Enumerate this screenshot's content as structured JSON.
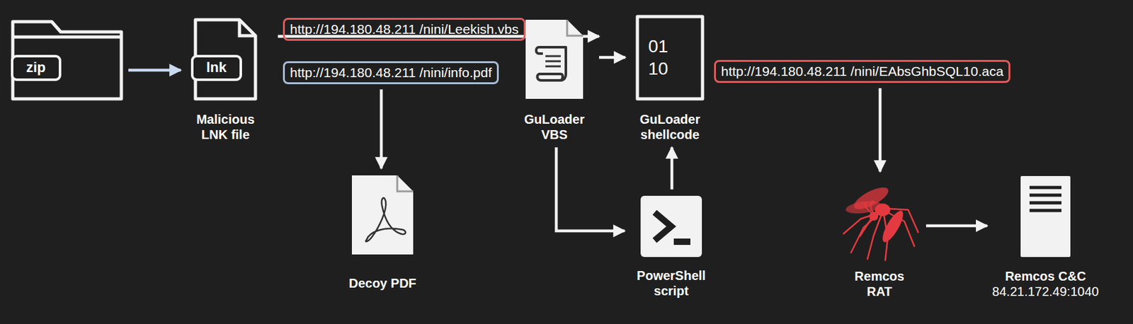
{
  "diagram": {
    "nodes": [
      {
        "text": [
          "zip"
        ]
      },
      {
        "text": [
          "lnk",
          "Malicious LNK file"
        ]
      },
      {
        "text": [
          "http://194.180.48.211 /nini/Leekish.vbs"
        ]
      },
      {
        "text": [
          "http://194.180.48.211 /nini/info.pdf"
        ]
      },
      {
        "text": [
          "GuLoader VBS"
        ]
      },
      {
        "text": [
          "01 10",
          "GuLoader shellcode"
        ]
      },
      {
        "text": [
          "http://194.180.48.211 /nini/EAbsGhbSQL10.aca"
        ]
      },
      {
        "text": [
          "Decoy PDF"
        ]
      },
      {
        "text": [
          "PowerShell script"
        ]
      },
      {
        "text": [
          "Remcos RAT"
        ]
      },
      {
        "text": [
          "Remcos C&C",
          "84.21.172.49:1040"
        ]
      }
    ],
    "edges": [
      {
        "from": 0,
        "to": 1,
        "arrow": "to"
      },
      {
        "from": 2,
        "to": 4,
        "arrow": "to"
      },
      {
        "from": 3,
        "to": 7,
        "arrow": "to"
      },
      {
        "from": 4,
        "to": 5,
        "arrow": "to"
      },
      {
        "from": 4,
        "to": 8,
        "arrow": "to"
      },
      {
        "from": 8,
        "to": 5,
        "arrow": "to"
      },
      {
        "from": 6,
        "to": 9,
        "arrow": "to"
      },
      {
        "from": 9,
        "to": 10,
        "arrow": "to"
      }
    ]
  }
}
